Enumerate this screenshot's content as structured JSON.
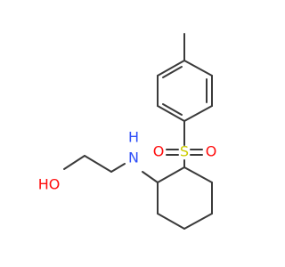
{
  "molecule": {
    "atoms": {
      "hydroxyl": {
        "label": "HO",
        "color": "#ff0d0d"
      },
      "amine": {
        "label": "N",
        "color": "#3050f8"
      },
      "amine_h": {
        "label": "H",
        "color": "#3050f8"
      },
      "sulfur": {
        "label": "S",
        "color": "#cccc00"
      },
      "sulfonyl_o_left": {
        "label": "O",
        "color": "#ff0d0d"
      },
      "sulfonyl_o_right": {
        "label": "O",
        "color": "#ff0d0d"
      }
    },
    "bond_color": "#3a3a3a"
  }
}
